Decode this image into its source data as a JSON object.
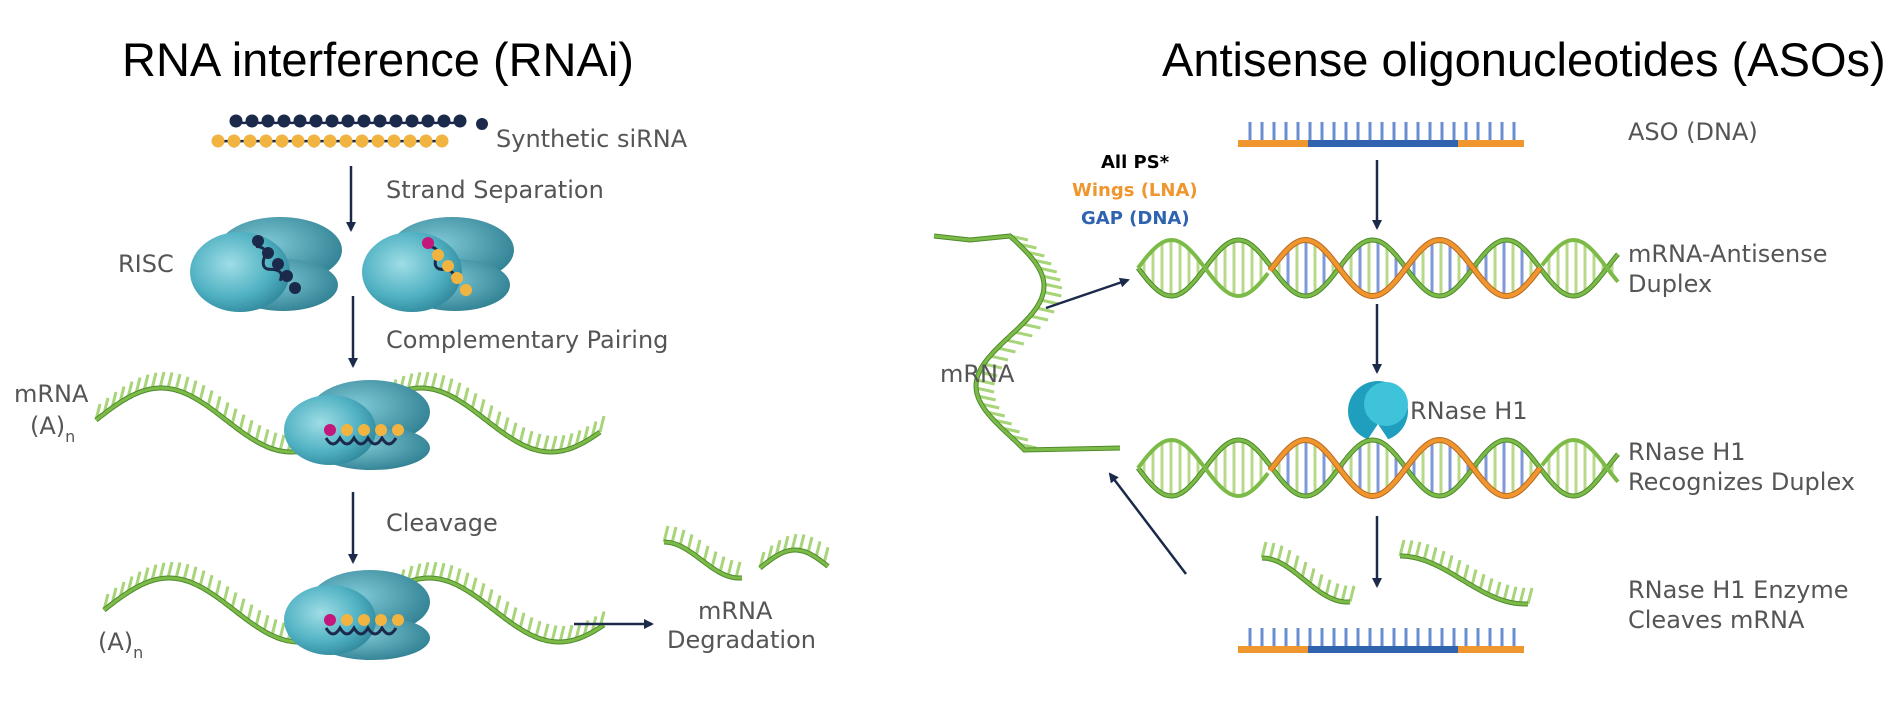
{
  "rnai": {
    "title": "RNA interference (RNAi)",
    "synthetic_sirna": "Synthetic siRNA",
    "strand_separation": "Strand Separation",
    "risc": "RISC",
    "complementary_pairing": "Complementary Pairing",
    "mrna": "mRNA",
    "poly_a": "(A)",
    "poly_a_sub": "n",
    "cleavage": "Cleavage",
    "mrna_degradation_1": "mRNA",
    "mrna_degradation_2": "Degradation"
  },
  "aso": {
    "title": "Antisense oligonucleotides (ASOs)",
    "aso_dna": "ASO (DNA)",
    "legend_all_ps": "All PS*",
    "legend_wings": "Wings (LNA)",
    "legend_gap": "GAP (DNA)",
    "mrna": "mRNA",
    "duplex_1": "mRNA-Antisense",
    "duplex_2": "Duplex",
    "rnase_h1": "RNase H1",
    "recognizes_1": "RNase H1",
    "recognizes_2": "Recognizes Duplex",
    "cleaves_1": "RNase H1 Enzyme",
    "cleaves_2": "Cleaves mRNA"
  },
  "colors": {
    "navy": "#1b2a4a",
    "gold": "#f2b441",
    "teal": "#3aa3b8",
    "green": "#7dbb48",
    "dark_green": "#4e8a2c",
    "orange": "#f0962f",
    "blue": "#2f63b0",
    "magenta": "#c4177c"
  }
}
